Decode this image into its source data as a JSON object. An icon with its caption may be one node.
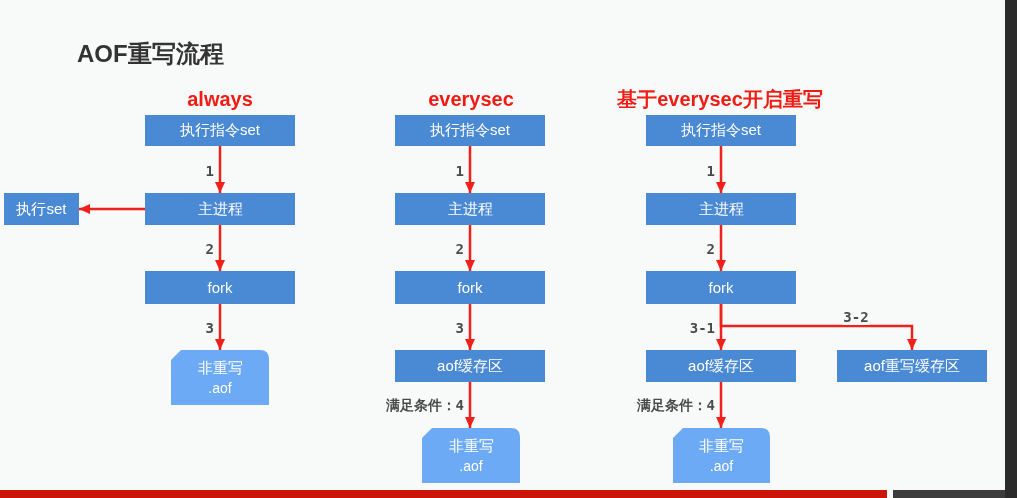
{
  "diagram": {
    "title": "AOF重写流程",
    "nodes": [
      {
        "text": [
          "执行指令set"
        ]
      },
      {
        "text": [
          "主进程"
        ]
      },
      {
        "text": [
          "执行set"
        ]
      },
      {
        "text": [
          "fork"
        ]
      },
      {
        "text": [
          "非重写",
          ".aof"
        ]
      },
      {
        "text": [
          "执行指令set"
        ]
      },
      {
        "text": [
          "主进程"
        ]
      },
      {
        "text": [
          "fork"
        ]
      },
      {
        "text": [
          "aof缓存区"
        ]
      },
      {
        "text": [
          "非重写",
          ".aof"
        ]
      },
      {
        "text": [
          "执行指令set"
        ]
      },
      {
        "text": [
          "主进程"
        ]
      },
      {
        "text": [
          "fork"
        ]
      },
      {
        "text": [
          "aof缓存区"
        ]
      },
      {
        "text": [
          "aof重写缓存区"
        ]
      },
      {
        "text": [
          "非重写",
          ".aof"
        ]
      }
    ],
    "edges": [
      {
        "from": 0,
        "to": 1,
        "arrow": "to",
        "label": "1"
      },
      {
        "from": 1,
        "to": 2,
        "arrow": "to"
      },
      {
        "from": 1,
        "to": 3,
        "arrow": "to",
        "label": "2"
      },
      {
        "from": 3,
        "to": 4,
        "arrow": "to",
        "label": "3"
      },
      {
        "from": 5,
        "to": 6,
        "arrow": "to",
        "label": "1"
      },
      {
        "from": 6,
        "to": 7,
        "arrow": "to",
        "label": "2"
      },
      {
        "from": 7,
        "to": 8,
        "arrow": "to",
        "label": "3"
      },
      {
        "from": 8,
        "to": 9,
        "arrow": "to",
        "label": "满足条件：4"
      },
      {
        "from": 10,
        "to": 11,
        "arrow": "to",
        "label": "1"
      },
      {
        "from": 11,
        "to": 12,
        "arrow": "to",
        "label": "2"
      },
      {
        "from": 12,
        "to": 13,
        "arrow": "to",
        "label": "3-1"
      },
      {
        "from": 12,
        "to": 14,
        "arrow": "to",
        "label": "3-2"
      },
      {
        "from": 13,
        "to": 15,
        "arrow": "to",
        "label": "满足条件：4"
      }
    ],
    "labels": [
      "always",
      "everysec",
      "基于everysec开启重写"
    ]
  }
}
